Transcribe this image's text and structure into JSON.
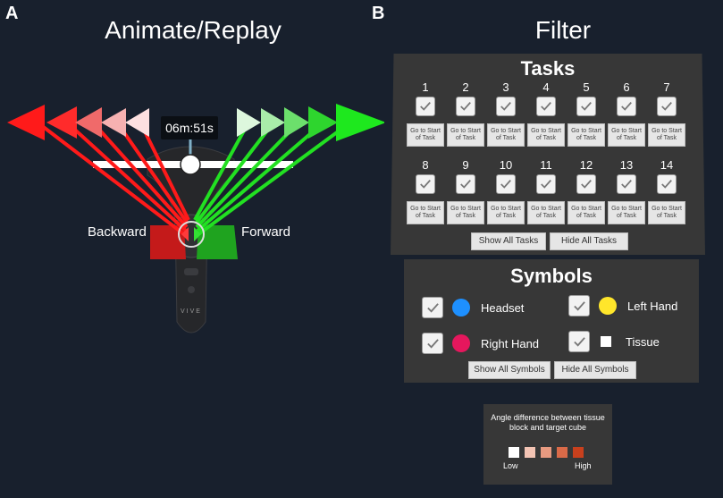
{
  "panels": {
    "left_letter": "A",
    "right_letter": "B",
    "left_title": "Animate/Replay",
    "right_title": "Filter"
  },
  "replay": {
    "time": "06m:51s",
    "backward_label": "Backward",
    "forward_label": "Forward",
    "colors": {
      "backward": "#ff2020",
      "forward": "#22dd22",
      "slider": "#ffffff"
    }
  },
  "tasks": {
    "title": "Tasks",
    "numbers": [
      "1",
      "2",
      "3",
      "4",
      "5",
      "6",
      "7",
      "8",
      "9",
      "10",
      "11",
      "12",
      "13",
      "14"
    ],
    "start_button_label": "Go to Start of Task",
    "show_all": "Show All Tasks",
    "hide_all": "Hide All Tasks",
    "checked": true
  },
  "symbols": {
    "title": "Symbols",
    "items": [
      {
        "label": "Headset",
        "color": "#1e90ff",
        "shape": "circle"
      },
      {
        "label": "Left Hand",
        "color": "#ffe62b",
        "shape": "circle"
      },
      {
        "label": "Right Hand",
        "color": "#e5175d",
        "shape": "circle"
      },
      {
        "label": "Tissue",
        "color": "#ffffff",
        "shape": "square"
      }
    ],
    "show_all": "Show All Symbols",
    "hide_all": "Hide All Symbols"
  },
  "legend": {
    "title": "Angle difference between tissue block and target cube",
    "low": "Low",
    "high": "High",
    "swatches": [
      "#ffffff",
      "#f3c4b4",
      "#e79a80",
      "#da6a48",
      "#c8401d"
    ]
  }
}
